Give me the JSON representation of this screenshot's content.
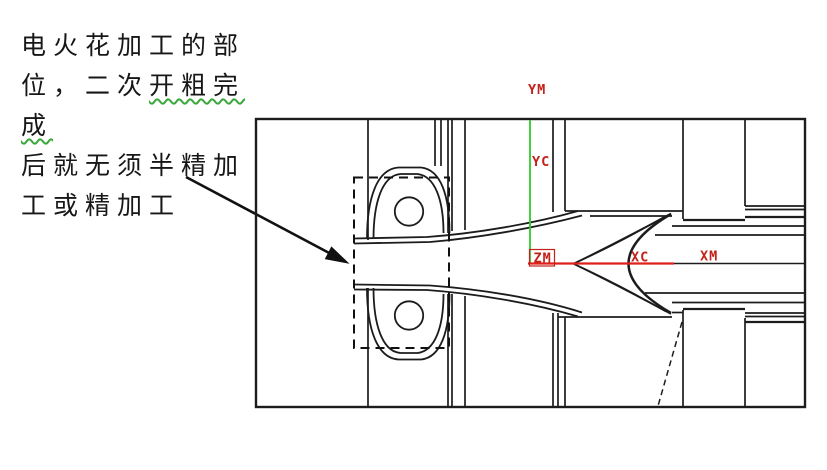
{
  "annotation": {
    "full_text": "电火花加工的部位，二次开粗完成后就无须半精加工或精加工",
    "line1": "电火花加工的部",
    "line2_pre": "位，二次",
    "line2_wavy": "开粗完成",
    "line3": "后就无须半精加",
    "line4": "工或精加工"
  },
  "axis_labels": {
    "ym": "YM",
    "yc": "YC",
    "zm": "ZM",
    "xc": "XC",
    "xm": "XM"
  },
  "colors": {
    "x_axis_red": "#df201c",
    "y_axis_green": "#2ecc2e",
    "axis_label_red": "#c2221c",
    "drawing_line": "#1c1c1c",
    "wavy_underline_green": "#3aa83a"
  }
}
